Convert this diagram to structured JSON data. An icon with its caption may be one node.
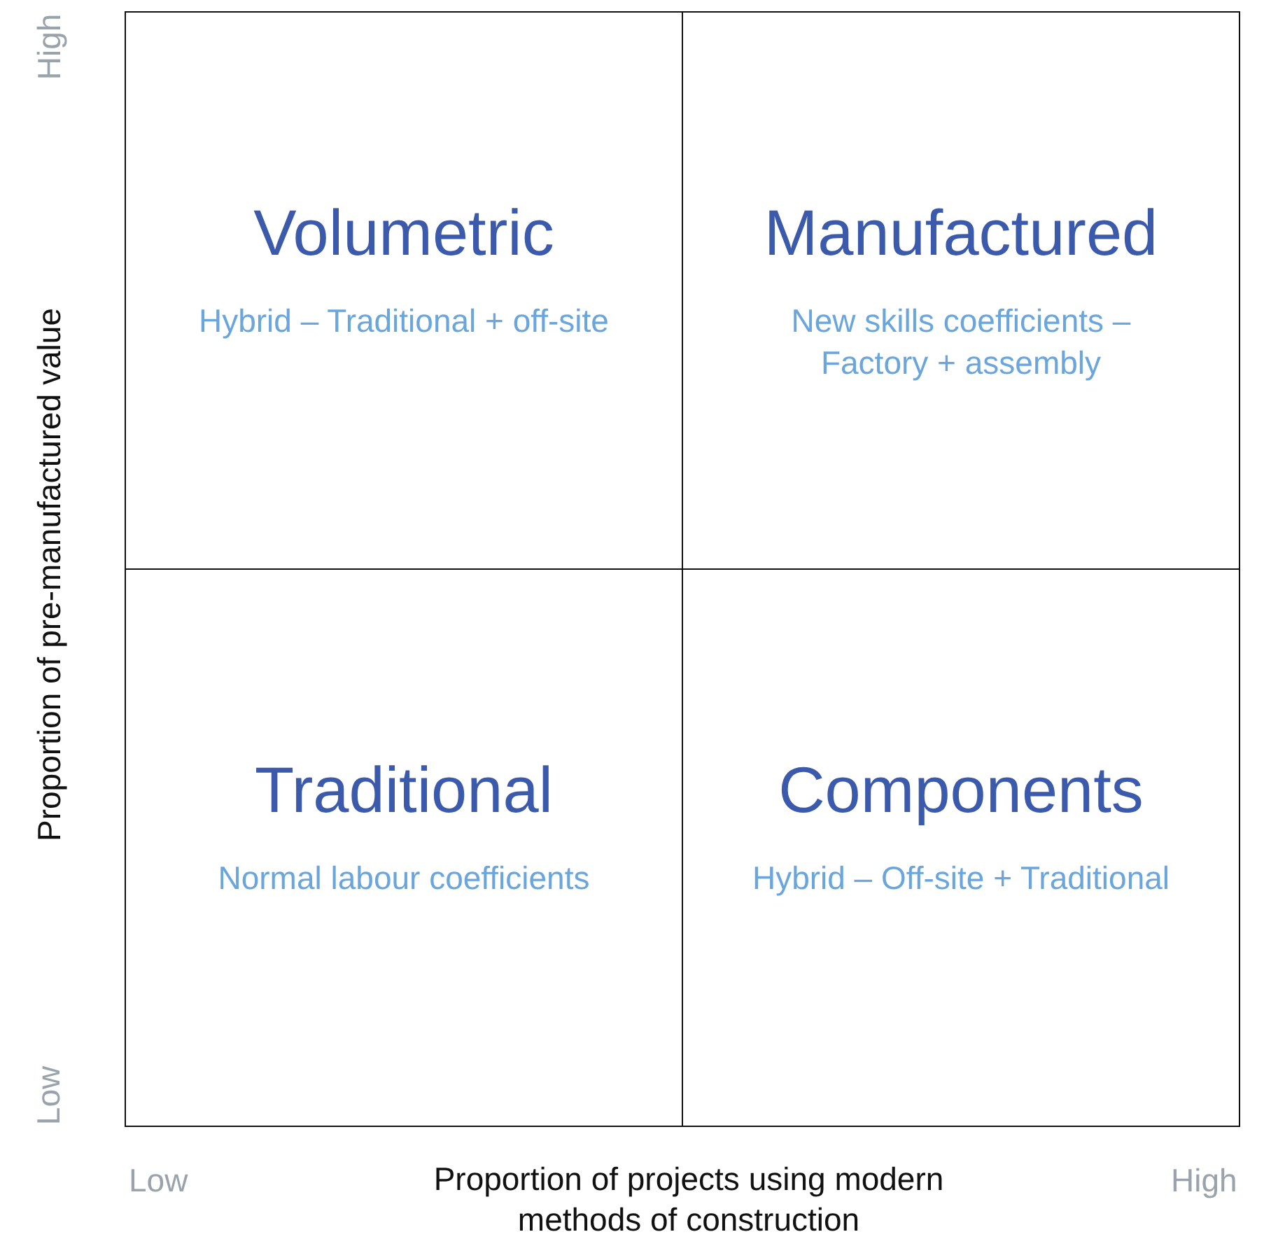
{
  "diagram": {
    "nodes": [
      {
        "text": [
          "Volumetric",
          "Hybrid – Traditional + off-site"
        ]
      },
      {
        "text": [
          "Manufactured",
          "New skills coefficients – Factory + assembly"
        ]
      },
      {
        "text": [
          "Traditional",
          "Normal labour coefficients"
        ]
      },
      {
        "text": [
          "Components",
          "Hybrid – Off-site + Traditional"
        ]
      }
    ],
    "labels": [
      "High",
      "Proportion of pre-manufactured value",
      "Low",
      "Low",
      "Proportion of projects using modern methods of construction",
      "High"
    ]
  }
}
